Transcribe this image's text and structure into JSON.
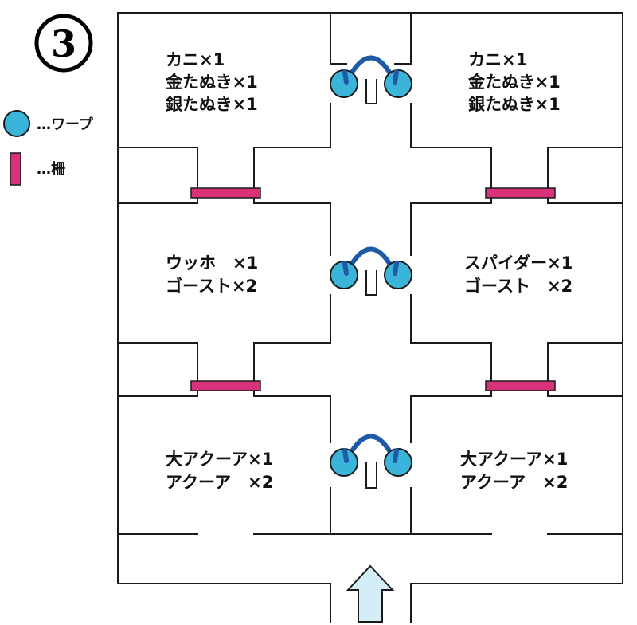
{
  "map_number": "3",
  "legend": [
    {
      "icon": "warp-icon",
      "label": "…ワープ"
    },
    {
      "icon": "fence-icon",
      "label": "…柵"
    }
  ],
  "rooms": {
    "top_left": [
      "カニ×1",
      "金たぬき×1",
      "銀たぬき×1"
    ],
    "top_right": [
      "カニ×1",
      "金たぬき×1",
      "銀たぬき×1"
    ],
    "middle_left": [
      "ウッホ　×1",
      "ゴースト×2"
    ],
    "middle_right": [
      "スパイダー×1",
      "ゴースト　×2"
    ],
    "bottom_left": [
      "大アクーア×1",
      "アクーア　×2"
    ],
    "bottom_right": [
      "大アクーア×1",
      "アクーア　×2"
    ]
  },
  "colors": {
    "warp_fill": "#3ab4d8",
    "warp_arc": "#1f5aa8",
    "fence": "#d8327a",
    "entrance_arrow": "#d4eef8",
    "walls": "#1a1a1a"
  },
  "entrance_icon": "up-arrow-icon"
}
